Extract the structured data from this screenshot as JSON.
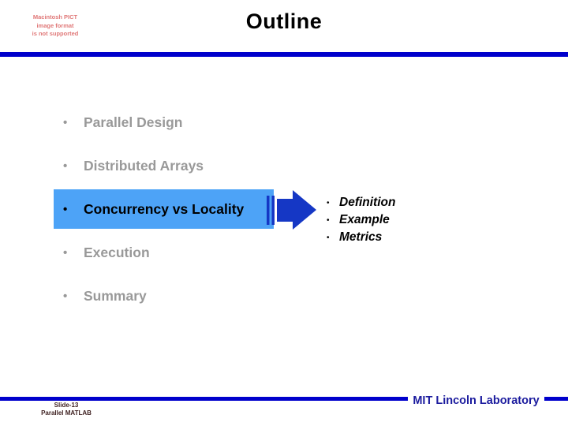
{
  "slide": {
    "title": "Outline",
    "pict_note": {
      "line1": "Macintosh PICT",
      "line2": "image format",
      "line3": "is not supported"
    },
    "outline": {
      "bullet_glyph": "•",
      "items": [
        {
          "label": "Parallel Design",
          "highlighted": false
        },
        {
          "label": "Distributed Arrays",
          "highlighted": false
        },
        {
          "label": "Concurrency vs Locality",
          "highlighted": true
        },
        {
          "label": "Execution",
          "highlighted": false
        },
        {
          "label": "Summary",
          "highlighted": false
        }
      ]
    },
    "callout": {
      "bullet_glyph": "•",
      "items": [
        {
          "label": "Definition"
        },
        {
          "label": "Example"
        },
        {
          "label": "Metrics"
        }
      ]
    },
    "footer": {
      "slide_number": "Slide-13",
      "deck_name": "Parallel MATLAB",
      "organization": "MIT Lincoln Laboratory"
    },
    "colors": {
      "accent_bar": "#0000CC",
      "highlight_box": "#4DA3F7",
      "arrow": "#1537C5",
      "muted_text": "#999999",
      "org_text": "#1B1B9E",
      "pict_note_text": "#E07878",
      "slide_label_text": "#3D1F1F"
    }
  }
}
